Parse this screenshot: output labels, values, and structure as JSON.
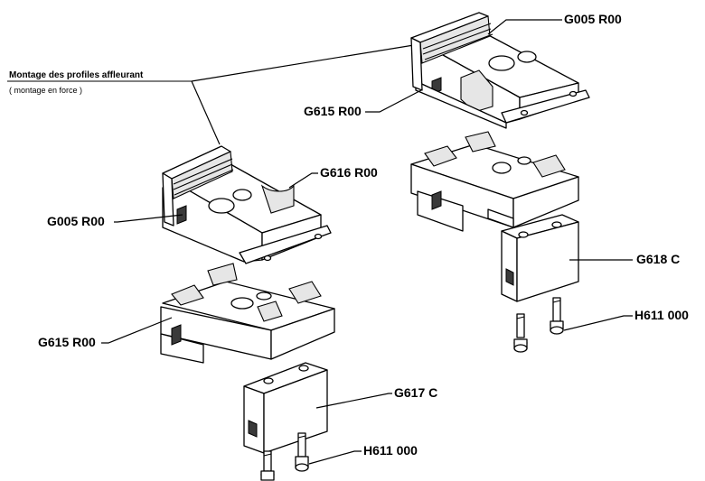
{
  "diagram": {
    "note_title": "Montage des profiles affleurant",
    "note_subtitle": "( montage en force )",
    "labels": {
      "g005_top": "G005  R00",
      "g615_top": "G615  R00",
      "g616": "G616  R00",
      "g005_left": "G005  R00",
      "g618": "G618  C",
      "h611_right": "H611 000",
      "g615_bottom": "G615  R00",
      "g617": "G617  C",
      "h611_bottom": "H611 000"
    },
    "colors": {
      "line": "#000000",
      "background": "#ffffff",
      "shade": "#e6e6e6"
    }
  }
}
